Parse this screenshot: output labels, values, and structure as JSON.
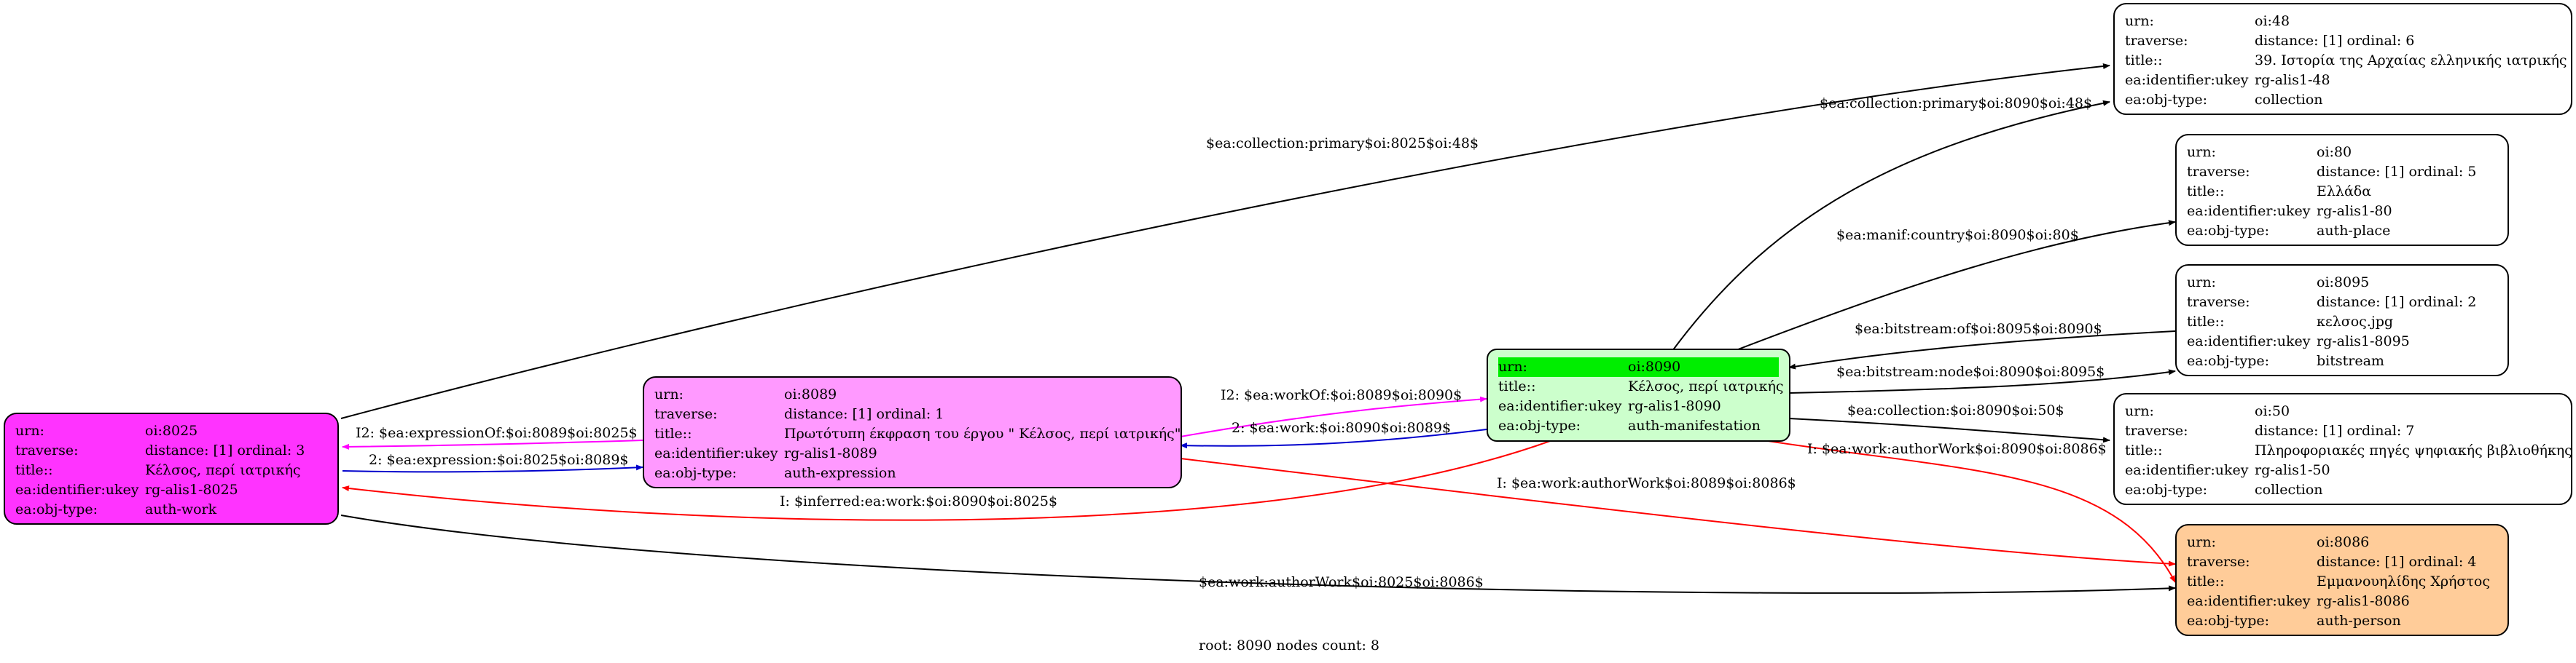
{
  "nodes": [
    {
      "id": "oi:8025",
      "color": "#ff33ff",
      "rows": [
        {
          "k": "urn:",
          "v": "oi:8025"
        },
        {
          "k": "traverse:",
          "v": "distance: [1]     ordinal: 3"
        },
        {
          "k": "title::",
          "v": "Κέλσος, περί ιατρικής"
        },
        {
          "k": "ea:identifier:ukey",
          "v": "rg-alis1-8025"
        },
        {
          "k": "ea:obj-type:",
          "v": "auth-work"
        }
      ]
    },
    {
      "id": "oi:8089",
      "color": "#ff99ff",
      "rows": [
        {
          "k": "urn:",
          "v": "oi:8089"
        },
        {
          "k": "traverse:",
          "v": "distance: [1]     ordinal: 1"
        },
        {
          "k": "title::",
          "v": "Πρωτότυπη έκφραση του έργου \" Κέλσος, περί ιατρικής\""
        },
        {
          "k": "ea:identifier:ukey",
          "v": "rg-alis1-8089"
        },
        {
          "k": "ea:obj-type:",
          "v": "auth-expression"
        }
      ]
    },
    {
      "id": "oi:8090",
      "color": "#ccffcc",
      "rows": [
        {
          "k": "urn:",
          "v": "oi:8090"
        },
        {
          "k": "title::",
          "v": "Κέλσος, περί ιατρικής"
        },
        {
          "k": "ea:identifier:ukey",
          "v": "rg-alis1-8090"
        },
        {
          "k": "ea:obj-type:",
          "v": "auth-manifestation"
        }
      ]
    },
    {
      "id": "oi:48",
      "color": "#ffffff",
      "rows": [
        {
          "k": "urn:",
          "v": "oi:48"
        },
        {
          "k": "traverse:",
          "v": "distance: [1]     ordinal: 6"
        },
        {
          "k": "title::",
          "v": "39. Ιστορία της Αρχαίας ελληνικής ιατρικής"
        },
        {
          "k": "ea:identifier:ukey",
          "v": "rg-alis1-48"
        },
        {
          "k": "ea:obj-type:",
          "v": "collection"
        }
      ]
    },
    {
      "id": "oi:80",
      "color": "#ffffff",
      "rows": [
        {
          "k": "urn:",
          "v": "oi:80"
        },
        {
          "k": "traverse:",
          "v": "distance: [1]     ordinal: 5"
        },
        {
          "k": "title::",
          "v": "Ελλάδα"
        },
        {
          "k": "ea:identifier:ukey",
          "v": "rg-alis1-80"
        },
        {
          "k": "ea:obj-type:",
          "v": "auth-place"
        }
      ]
    },
    {
      "id": "oi:8095",
      "color": "#ffffff",
      "rows": [
        {
          "k": "urn:",
          "v": "oi:8095"
        },
        {
          "k": "traverse:",
          "v": "distance: [1]     ordinal: 2"
        },
        {
          "k": "title::",
          "v": "κελσος.jpg"
        },
        {
          "k": "ea:identifier:ukey",
          "v": "rg-alis1-8095"
        },
        {
          "k": "ea:obj-type:",
          "v": "bitstream"
        }
      ]
    },
    {
      "id": "oi:50",
      "color": "#ffffff",
      "rows": [
        {
          "k": "urn:",
          "v": "oi:50"
        },
        {
          "k": "traverse:",
          "v": "distance: [1]     ordinal: 7"
        },
        {
          "k": "title::",
          "v": "Πληροφοριακές πηγές ψηφιακής βιβλιοθήκης"
        },
        {
          "k": "ea:identifier:ukey",
          "v": "rg-alis1-50"
        },
        {
          "k": "ea:obj-type:",
          "v": "collection"
        }
      ]
    },
    {
      "id": "oi:8086",
      "color": "#ffcc99",
      "rows": [
        {
          "k": "urn:",
          "v": "oi:8086"
        },
        {
          "k": "traverse:",
          "v": "distance: [1]     ordinal: 4"
        },
        {
          "k": "title::",
          "v": "Εμμανουηλίδης Χρήστος"
        },
        {
          "k": "ea:identifier:ukey",
          "v": "rg-alis1-8086"
        },
        {
          "k": "ea:obj-type:",
          "v": "auth-person"
        }
      ]
    }
  ],
  "edges": [
    {
      "id": "e1",
      "label": "$ea:collection:primary$oi:8025$oi:48$",
      "color": "#000000"
    },
    {
      "id": "e2",
      "label": "$ea:collection:primary$oi:8090$oi:48$",
      "color": "#000000"
    },
    {
      "id": "e3",
      "label": "$ea:manif:country$oi:8090$oi:80$",
      "color": "#000000"
    },
    {
      "id": "e4",
      "label": "$ea:bitstream:of$oi:8095$oi:8090$",
      "color": "#000000"
    },
    {
      "id": "e5",
      "label": "$ea:bitstream:node$oi:8090$oi:8095$",
      "color": "#000000"
    },
    {
      "id": "e6",
      "label": "$ea:collection:$oi:8090$oi:50$",
      "color": "#000000"
    },
    {
      "id": "e7",
      "label": "I: $ea:work:authorWork$oi:8090$oi:8086$",
      "color": "#ff0000"
    },
    {
      "id": "e8",
      "label": "I2: $ea:workOf:$oi:8089$oi:8090$",
      "color": "#ff00ff"
    },
    {
      "id": "e9",
      "label": "2: $ea:work:$oi:8090$oi:8089$",
      "color": "#0000cc"
    },
    {
      "id": "e10",
      "label": "I2: $ea:expressionOf:$oi:8089$oi:8025$",
      "color": "#ff00ff"
    },
    {
      "id": "e11",
      "label": "2: $ea:expression:$oi:8025$oi:8089$",
      "color": "#0000cc"
    },
    {
      "id": "e12",
      "label": "I: $inferred:ea:work:$oi:8090$oi:8025$",
      "color": "#ff0000"
    },
    {
      "id": "e13",
      "label": "I: $ea:work:authorWork$oi:8089$oi:8086$",
      "color": "#ff0000"
    },
    {
      "id": "e14",
      "label": "$ea:work:authorWork$oi:8025$oi:8086$",
      "color": "#000000"
    }
  ],
  "footer": "root: 8090 nodes count: 8"
}
